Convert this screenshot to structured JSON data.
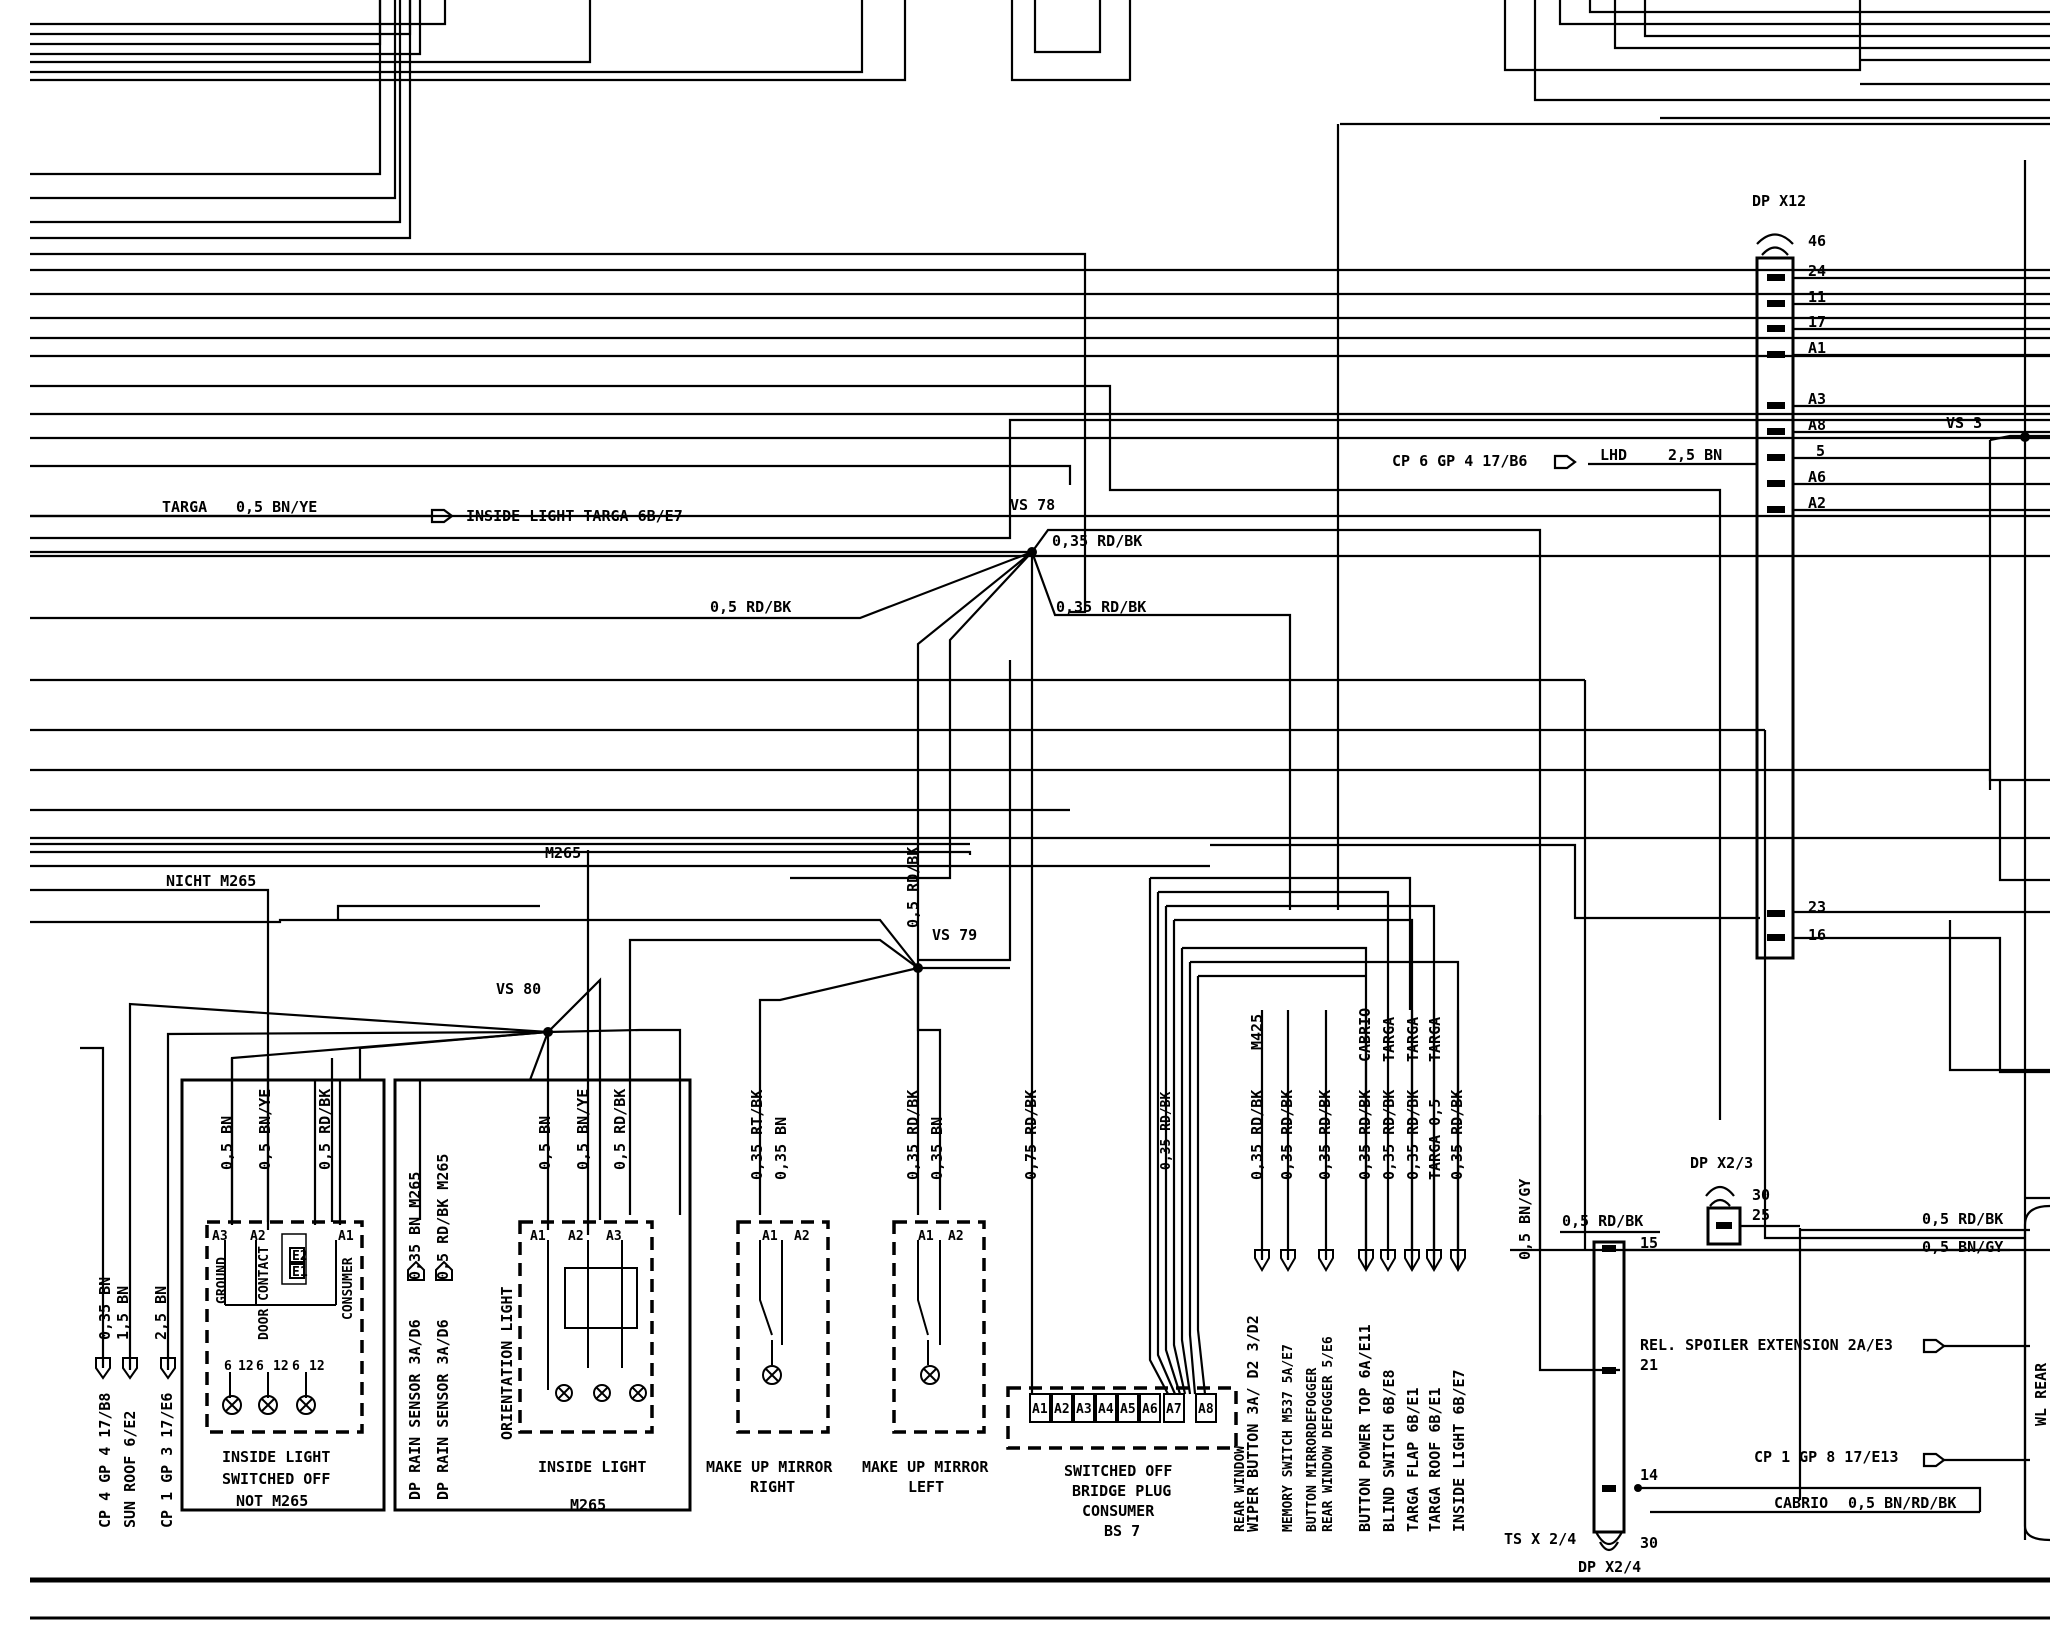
{
  "labels": {
    "dp_x12": "DP X12",
    "x12_pins": [
      "46",
      "24",
      "11",
      "17",
      "A1",
      "A3",
      "A8",
      "5",
      "A6",
      "A2",
      "23",
      "16"
    ],
    "vs3": "VS 3",
    "cp6": "CP 6 GP 4 17/B6",
    "lhd": "LHD",
    "lhd_wire": "2,5 BN",
    "targa": "TARGA",
    "targa_wire": "0,5 BN/YE",
    "inside_light_targa": "INSIDE LIGHT TARGA 6B/E7",
    "vs78": "VS 78",
    "w035rdbk": "0,35 RD/BK",
    "w05rdbk": "0,5 RD/BK",
    "nicht_m265": "NICHT M265",
    "m265": "M265",
    "vs79": "VS 79",
    "vs80": "VS 80",
    "w05rdbk_v": "0,5 RD/BK",
    "w05bn": "0,5 BN",
    "w05bnye": "0,5 BN/YE",
    "w035bn": "0,35 BN",
    "w035rtbk": "0,35 RT/BK",
    "w035rdbk_v": "0,35 RD/BK",
    "w075rdbk": "0,75 RD/BK",
    "w035bn_m265": "0,35 BN  M265",
    "w05rdbk_m265": "0,5 RD/BK M265",
    "w05bngy": "0,5 BN/GY",
    "dp_x23": "DP X2/3",
    "dp_x23_pins": [
      "30",
      "25"
    ],
    "pin15": "15",
    "pin21": "21",
    "pin14": "14",
    "pin30": "30",
    "right_wire1": "0,5 RD/BK",
    "right_wire2": "0,5 BN/GY",
    "rel_spoiler": "REL. SPOILER EXTENSION 2A/E3",
    "cp1_gp8": "CP 1 GP 8 17/E13",
    "cabrio": "CABRIO",
    "cabrio_wire": "0,5 BN/RD/BK",
    "ts_x24": "TS X 2/4",
    "dp_x24": "DP X2/4",
    "wl_rear": "WL REAR",
    "m425": "M425",
    "cabrio_v": "CABRIO",
    "targa_v": "TARGA",
    "targa_05": "TARGA 0,5",
    "left_refs": [
      "CP 4 GP 4  17/B8",
      "SUN ROOF  6/E2",
      "CP 1 GP 3  17/E6"
    ],
    "left_wires": [
      "0,35 BN",
      "1,5 BN",
      "2,5 BN"
    ],
    "inside_light_off": [
      "INSIDE LIGHT",
      "SWITCHED OFF",
      "NOT M265"
    ],
    "comp_ground": "GROUND",
    "comp_door": "DOOR CONTACT",
    "comp_consumer": "CONSUMER",
    "pins_a3a2a1": [
      "A3",
      "A2",
      "A1"
    ],
    "pins_a1a2a3": [
      "A1",
      "A2",
      "A3"
    ],
    "pins_a1a2": [
      "A1",
      "A2"
    ],
    "pins_6_12": [
      "6",
      "12",
      "6",
      "12",
      "6",
      "12"
    ],
    "e1e2": [
      "E2",
      "E1"
    ],
    "dp_rain": [
      "DP RAIN SENSOR  3A/D6",
      "DP RAIN SENSOR  3A/D6"
    ],
    "orientation_light": "ORIENTATION  LIGHT",
    "inside_light_m265": [
      "INSIDE LIGHT",
      "M265"
    ],
    "mirror_right": [
      "MAKE UP MIRROR",
      "RIGHT"
    ],
    "mirror_left": [
      "MAKE UP MIRROR",
      "LEFT"
    ],
    "bridge_pins": [
      "A1",
      "A2",
      "A3",
      "A4",
      "A5",
      "A6",
      "A7",
      "A8"
    ],
    "bridge_plug": [
      "SWITCHED OFF",
      "BRIDGE PLUG",
      "CONSUMER",
      "BS 7"
    ],
    "right_refs": [
      "WIPER BUTTON  3A/ D2 3/D2",
      "REAR WINDOW",
      "MEMORY SWITCH M537  5A/E7",
      "BUTTON MIRRORDEFOGGER",
      "REAR WINDOW DEFOGGER  5/E6",
      "BUTTON POWER TOP  6A/E11",
      "BLIND SWITCH  6B/E8",
      "TARGA FLAP  6B/E1",
      "TARGA ROOF  6B/E1",
      "INSIDE LIGHT  6B/E7"
    ]
  }
}
